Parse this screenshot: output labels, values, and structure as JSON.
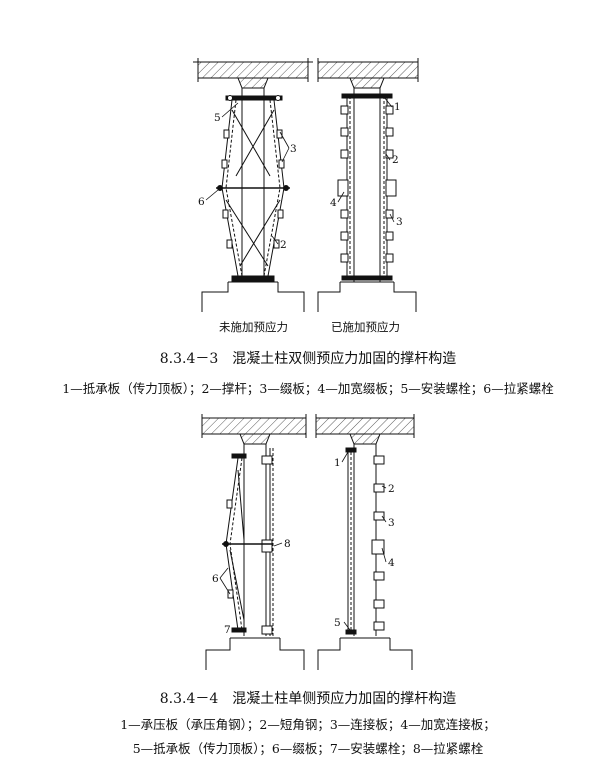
{
  "figure1": {
    "left_state_label": "未施加预应力",
    "right_state_label": "已施加预应力",
    "title": "8.3.4－3　混凝土柱双侧预应力加固的撑杆构造",
    "legend": "1—抵承板（传力顶板）；2—撑杆；3—缀板；4—加宽缀板；5—安装螺栓；6—拉紧螺栓",
    "callouts_left": [
      "5",
      "3",
      "6",
      "2"
    ],
    "callouts_right": [
      "1",
      "2",
      "4",
      "3"
    ]
  },
  "figure2": {
    "title": "8.3.4－4　混凝土柱单侧预应力加固的撑杆构造",
    "legend_line1": "1—承压板（承压角钢）；2—短角钢；3—连接板；4—加宽连接板；",
    "legend_line2": "5—抵承板（传力顶板）；6—缀板；7—安装螺栓；8—拉紧螺栓",
    "callouts_left": [
      "8",
      "6",
      "7"
    ],
    "callouts_right": [
      "1",
      "2",
      "3",
      "4",
      "5"
    ]
  }
}
